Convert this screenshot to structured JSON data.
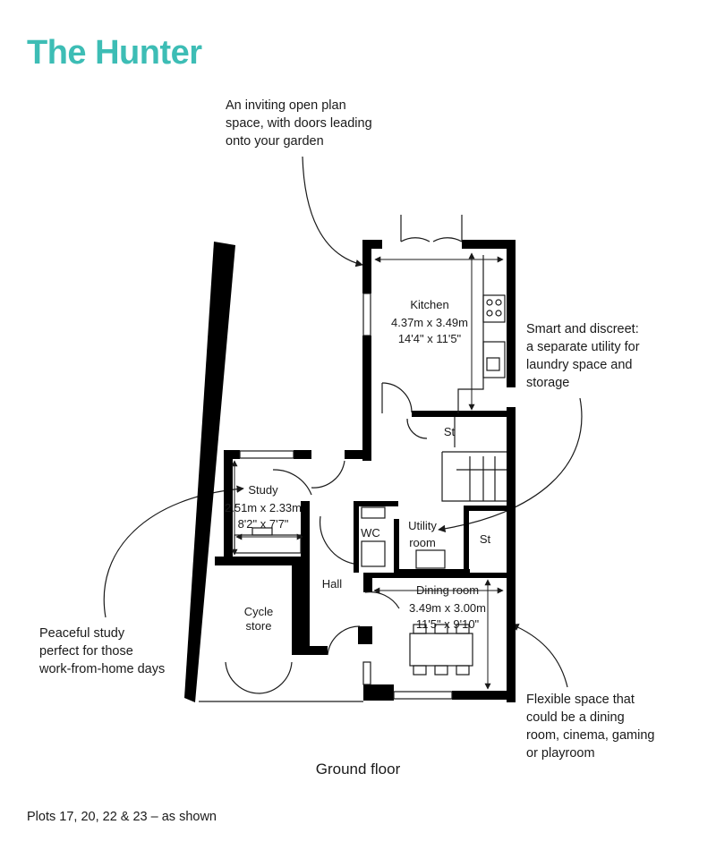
{
  "title": "The Hunter",
  "callouts": {
    "kitchen": [
      "An inviting open plan",
      "space, with doors leading",
      "onto your garden"
    ],
    "utility": [
      "Smart and discreet:",
      "a separate utility for",
      "laundry space and",
      "storage"
    ],
    "study": [
      "Peaceful study",
      "perfect for those",
      "work-from-home days"
    ],
    "dining": [
      "Flexible space that",
      "could be a dining",
      "room, cinema, gaming",
      "or playroom"
    ]
  },
  "rooms": {
    "kitchen": {
      "name": "Kitchen",
      "metric": "4.37m x 3.49m",
      "imperial": "14'4\" x 11'5\""
    },
    "study": {
      "name": "Study",
      "metric": "2.51m x 2.33m",
      "imperial": "8'2\" x 7'7\""
    },
    "dining": {
      "name": "Dining room",
      "metric": "3.49m x 3.00m",
      "imperial": "11'5\" x 9'10\""
    },
    "utility": {
      "name_line1": "Utility",
      "name_line2": "room"
    },
    "wc": {
      "name": "WC"
    },
    "store1": {
      "name": "St"
    },
    "store2": {
      "name": "St"
    },
    "hall": {
      "name": "Hall"
    },
    "cycle": {
      "name_line1": "Cycle",
      "name_line2": "store"
    }
  },
  "floor_label": "Ground floor",
  "plots_note": "Plots 17, 20, 22 & 23 – as shown",
  "colors": {
    "title": "#3dbdb5",
    "walls": "#000000",
    "lines": "#1a1a1a"
  }
}
